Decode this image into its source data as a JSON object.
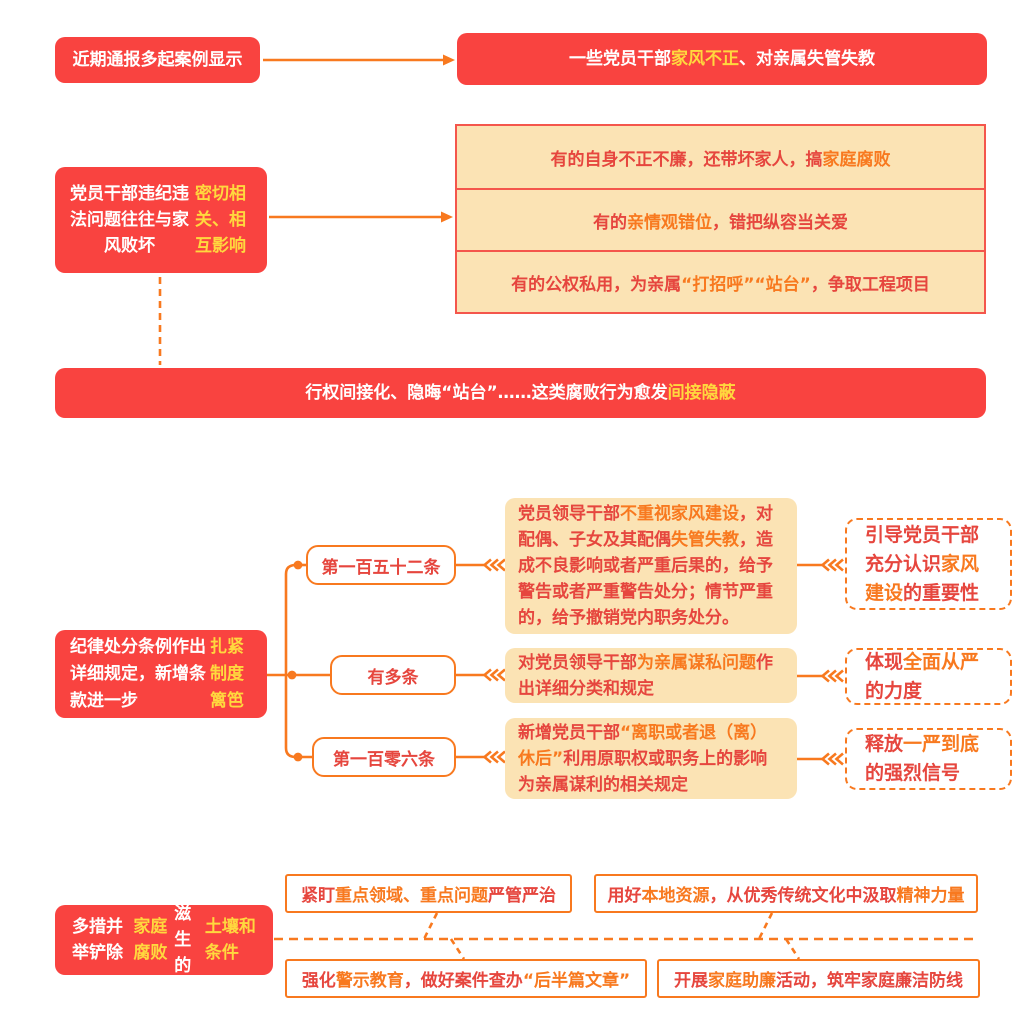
{
  "palette": {
    "red_box": "#f94340",
    "divider_red": "#f4564c",
    "body_red_text": "#e6463e",
    "orange_accent": "#f8791f",
    "yellow_highlight": "#ffd83e",
    "peach_bg": "#fbe3b4",
    "white_text": "#ffffff"
  },
  "section1": {
    "source_box": {
      "segments": [
        {
          "t": "近期通报多起案例显示"
        }
      ]
    },
    "result_box": {
      "segments": [
        {
          "t": "一些党员干部"
        },
        {
          "t": "家风不正",
          "c": "y"
        },
        {
          "t": "、对亲属失管失教"
        }
      ]
    }
  },
  "section2": {
    "cause_box": {
      "segments": [
        {
          "t": "党员干部违纪违法问题往往与家风败坏"
        },
        {
          "t": "密切相关、相互影响",
          "c": "y"
        }
      ]
    },
    "examples": [
      {
        "segments": [
          {
            "t": "有的自身不正不廉，还带坏家人，搞"
          },
          {
            "t": "家庭腐败",
            "c": "o"
          }
        ]
      },
      {
        "segments": [
          {
            "t": "有的"
          },
          {
            "t": "亲情观错位",
            "c": "o"
          },
          {
            "t": "，错把纵容当关爱"
          }
        ]
      },
      {
        "segments": [
          {
            "t": "有的公权私用，为亲属"
          },
          {
            "t": "“打招呼”“站台”",
            "c": "o"
          },
          {
            "t": "，争取工程项目"
          }
        ]
      }
    ],
    "conclusion_box": {
      "segments": [
        {
          "t": "行权间接化、隐晦“站台”……这类腐败行为愈发"
        },
        {
          "t": "间接隐蔽",
          "c": "y"
        }
      ]
    }
  },
  "section3": {
    "intro_box": {
      "segments": [
        {
          "t": "纪律处分条例作出详细规定，新增条款进一步"
        },
        {
          "t": "扎紧制度篱笆",
          "c": "y"
        }
      ]
    },
    "rows": [
      {
        "article": "第一百五十二条",
        "detail": {
          "segments": [
            {
              "t": "党员领导干部"
            },
            {
              "t": "不重视家风建设",
              "c": "o"
            },
            {
              "t": "，对配偶、子女及其配偶"
            },
            {
              "t": "失管失教",
              "c": "o"
            },
            {
              "t": "，造成不良影响或者严重后果的，给予警告或者严重警告处分；情节严重的，给予撤销党内职务处分。"
            }
          ]
        },
        "significance": {
          "segments": [
            {
              "t": "引导党员干部充分认识"
            },
            {
              "t": "家风建设",
              "c": "o"
            },
            {
              "t": "的重要性"
            }
          ]
        }
      },
      {
        "article": "有多条",
        "detail": {
          "segments": [
            {
              "t": "对党员领导干部"
            },
            {
              "t": "为亲属谋私问题",
              "c": "o"
            },
            {
              "t": "作出详细分类和规定"
            }
          ]
        },
        "significance": {
          "segments": [
            {
              "t": "体现"
            },
            {
              "t": "全面从严",
              "c": "o"
            },
            {
              "t": "的力度"
            }
          ]
        }
      },
      {
        "article": "第一百零六条",
        "detail": {
          "segments": [
            {
              "t": "新增党员干部"
            },
            {
              "t": "“离职或者退（离）休后”",
              "c": "o"
            },
            {
              "t": "利用原职权或职务上的影响为亲属谋利的相关规定"
            }
          ]
        },
        "significance": {
          "segments": [
            {
              "t": "释放"
            },
            {
              "t": "一严到底",
              "c": "o"
            },
            {
              "t": "的强烈信号"
            }
          ]
        }
      }
    ]
  },
  "section4": {
    "lead_box": {
      "segments": [
        {
          "t": "多措并举铲除"
        },
        {
          "t": "家庭腐败",
          "c": "y"
        },
        {
          "t": "滋生的"
        },
        {
          "t": "土壤和条件",
          "c": "y"
        }
      ]
    },
    "measures": [
      {
        "segments": [
          {
            "t": "紧盯"
          },
          {
            "t": "重点领域、重点问题",
            "c": "o"
          },
          {
            "t": "严管严治"
          }
        ]
      },
      {
        "segments": [
          {
            "t": "用好"
          },
          {
            "t": "本地资源",
            "c": "o"
          },
          {
            "t": "，从优秀传统文化中汲取"
          },
          {
            "t": "精神力量",
            "c": "o"
          }
        ]
      },
      {
        "segments": [
          {
            "t": "强化"
          },
          {
            "t": "警示教育",
            "c": "o"
          },
          {
            "t": "，做好案件查办"
          },
          {
            "t": "“后半篇文章”",
            "c": "o"
          }
        ]
      },
      {
        "segments": [
          {
            "t": "开展"
          },
          {
            "t": "家庭助廉",
            "c": "o"
          },
          {
            "t": "活动，筑牢家庭廉洁防线"
          }
        ]
      }
    ]
  }
}
